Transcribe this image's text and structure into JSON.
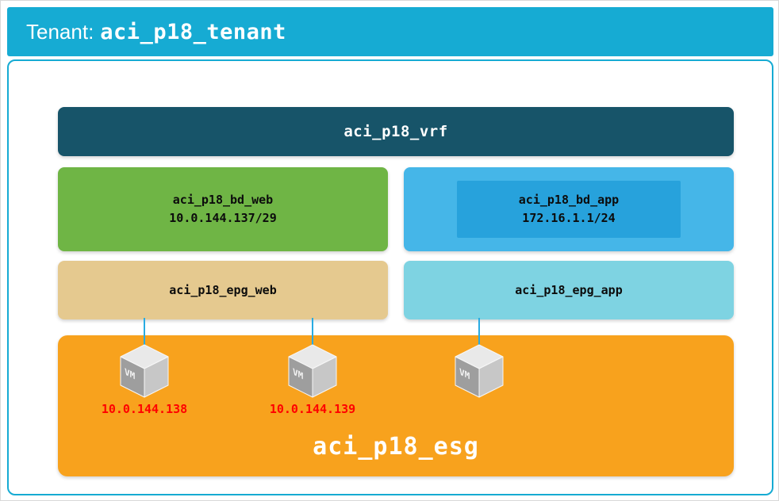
{
  "header": {
    "prefix": "Tenant:",
    "tenant_name": "aci_p18_tenant"
  },
  "vrf": {
    "label": "aci_p18_vrf"
  },
  "bd_web": {
    "name": "aci_p18_bd_web",
    "subnet": "10.0.144.137/29"
  },
  "bd_app": {
    "name": "aci_p18_bd_app",
    "subnet": "172.16.1.1/24"
  },
  "epg_web": {
    "label": "aci_p18_epg_web"
  },
  "epg_app": {
    "label": "aci_p18_epg_app"
  },
  "esg": {
    "label": "aci_p18_esg"
  },
  "vms": [
    {
      "icon": "vm-cube-icon",
      "label": "VM",
      "ip": "10.0.144.138"
    },
    {
      "icon": "vm-cube-icon",
      "label": "VM",
      "ip": "10.0.144.139"
    },
    {
      "icon": "vm-cube-icon",
      "label": "VM"
    }
  ],
  "colors": {
    "accent": "#16abd3",
    "vrf_bg": "#175469",
    "bd_web_bg": "#6fb545",
    "bd_app_bg": "#45b6e8",
    "bd_app_inner_bg": "#27a2dc",
    "epg_web_bg": "#e5c98f",
    "epg_app_bg": "#7ed3e2",
    "esg_bg": "#f8a21d",
    "connector": "#29abe2",
    "ip_color": "#ff0000"
  }
}
